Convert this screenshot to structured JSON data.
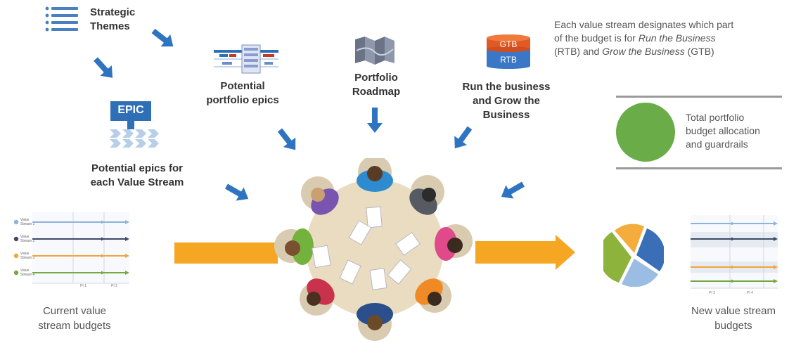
{
  "labels": {
    "strategic_themes": [
      "Strategic",
      "Themes"
    ],
    "epic_badge": "EPIC",
    "potential_epics": [
      "Potential epics for",
      "each Value Stream"
    ],
    "portfolio_epics": [
      "Potential",
      "portfolio epics"
    ],
    "roadmap": [
      "Portfolio",
      "Roadmap"
    ],
    "rtb_gtb": [
      "Run the business",
      "and Grow the",
      "Business"
    ],
    "gtb_tag": "GTB",
    "rtb_tag": "RTB",
    "note": {
      "line1": "Each value stream designates which part",
      "line2_pre": "of the budget is for ",
      "line2_em": "Run the Business",
      "line3_pre": "(RTB) and ",
      "line3_em": "Grow the Business",
      "line3_post": " (GTB)"
    },
    "total_budget": [
      "Total portfolio",
      "budget allocation",
      "and guardrails"
    ],
    "current_budgets": [
      "Current value",
      "stream budgets"
    ],
    "new_budgets": [
      "New value stream",
      "budgets"
    ]
  },
  "current_chart": {
    "rows": [
      {
        "label": [
          "Value",
          "Stream 1"
        ],
        "color": "#8fb3da"
      },
      {
        "label": [
          "Value",
          "Stream 2"
        ],
        "color": "#3d4a66"
      },
      {
        "label": [
          "Value",
          "Stream 3"
        ],
        "color": "#f4a535"
      },
      {
        "label": [
          "Value",
          "Stream 4"
        ],
        "color": "#74a842"
      }
    ],
    "ticks": [
      "PI 1",
      "PI 2"
    ]
  },
  "new_chart": {
    "rows": [
      {
        "color": "#8fb3da"
      },
      {
        "color": "#3d4a66"
      },
      {
        "color": "#f4a535"
      },
      {
        "color": "#74a842"
      }
    ],
    "ticks": [
      "PI 3",
      "PI 4"
    ]
  },
  "colors": {
    "arrow_blue": "#2f74c0",
    "arrow_orange": "#f5a623",
    "circle_green": "#6aad48",
    "pie": [
      "#3a6fb7",
      "#9bbde3",
      "#8db33c",
      "#f4ad3c"
    ]
  },
  "icons": {
    "strategic_themes": "list-icon",
    "epic": "epic-signpost-icon",
    "portfolio_epics": "kanban-board-icon",
    "roadmap": "folded-map-icon",
    "budget": "budget-cylinder-icon"
  }
}
